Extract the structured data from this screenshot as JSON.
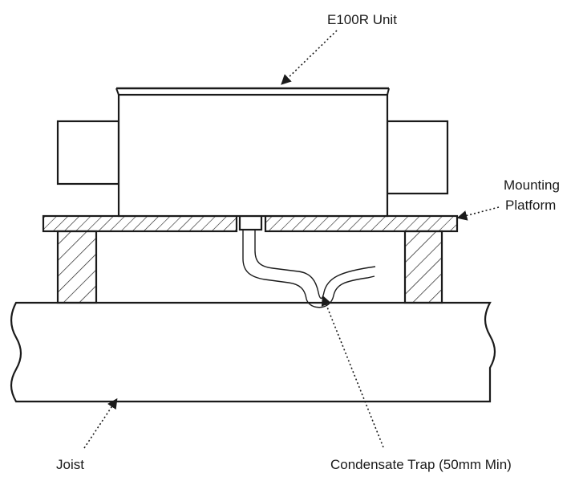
{
  "labels": {
    "unit": "E100R Unit",
    "platform_line1": "Mounting",
    "platform_line2": "Platform",
    "joist": "Joist",
    "trap": "Condensate Trap (50mm Min)"
  },
  "colors": {
    "ink": "#1a1a1a",
    "background": "#ffffff"
  }
}
